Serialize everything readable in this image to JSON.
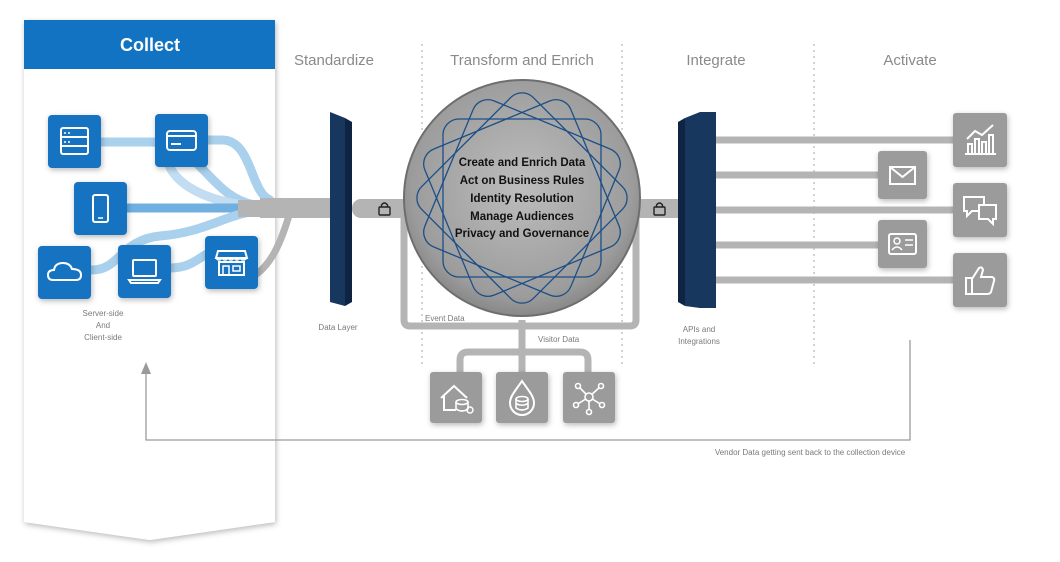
{
  "stages": {
    "collect": "Collect",
    "standardize": "Standardize",
    "transform": "Transform and Enrich",
    "integrate": "Integrate",
    "activate": "Activate"
  },
  "center_lines": [
    "Create and Enrich Data",
    "Act on Business Rules",
    "Identity Resolution",
    "Manage Audiences",
    "Privacy and Governance"
  ],
  "labels": {
    "server_side_1": "Server-side",
    "server_side_2": "And",
    "server_side_3": "Client-side",
    "data_layer": "Data Layer",
    "event_data": "Event Data",
    "visitor_data": "Visitor Data",
    "apis_1": "APIs and",
    "apis_2": "Integrations",
    "vendor_data": "Vendor Data getting sent back to the collection device"
  },
  "collect_icons": [
    "server-icon",
    "credit-card-icon",
    "mobile-phone-icon",
    "cloud-icon",
    "laptop-icon",
    "store-icon"
  ],
  "data_source_icons": [
    "home-database-icon",
    "database-drop-icon",
    "network-nodes-icon"
  ],
  "activate_icons": [
    "analytics-chart-icon",
    "email-icon",
    "chat-bubbles-icon",
    "id-card-icon",
    "thumbs-up-icon"
  ],
  "colors": {
    "brand_blue": "#1273c2",
    "dark_navy": "#17375e",
    "pipe_gray": "#b4b4b4",
    "icon_gray": "#9b9b9b",
    "light_blue": "#a9d0ec"
  }
}
